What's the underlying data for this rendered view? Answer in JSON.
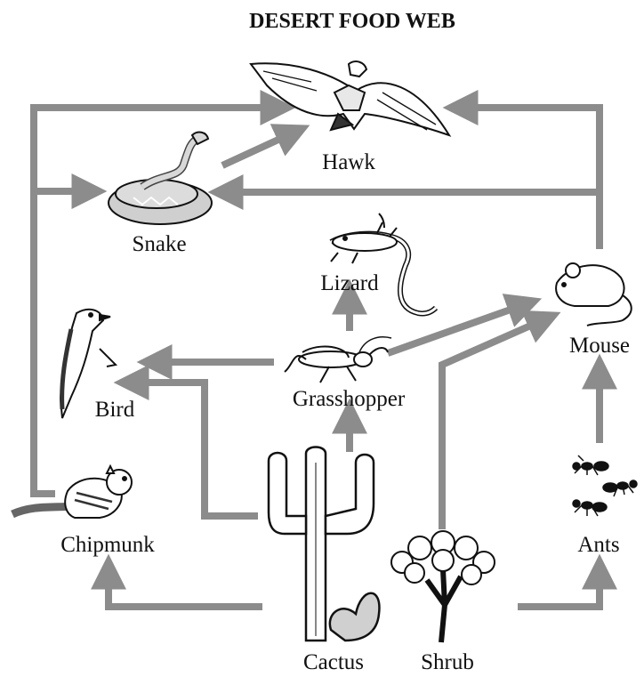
{
  "title": "DESERT FOOD WEB",
  "organisms": {
    "hawk": "Hawk",
    "snake": "Snake",
    "lizard": "Lizard",
    "mouse": "Mouse",
    "bird": "Bird",
    "grasshopper": "Grasshopper",
    "chipmunk": "Chipmunk",
    "ants": "Ants",
    "cactus": "Cactus",
    "shrub": "Shrub"
  },
  "colors": {
    "arrow": "#8c8c8c",
    "ink": "#111111"
  },
  "icons": [
    "hawk-icon",
    "snake-icon",
    "lizard-icon",
    "mouse-icon",
    "bird-icon",
    "grasshopper-icon",
    "chipmunk-icon",
    "ants-icon",
    "cactus-icon",
    "shrub-icon"
  ]
}
